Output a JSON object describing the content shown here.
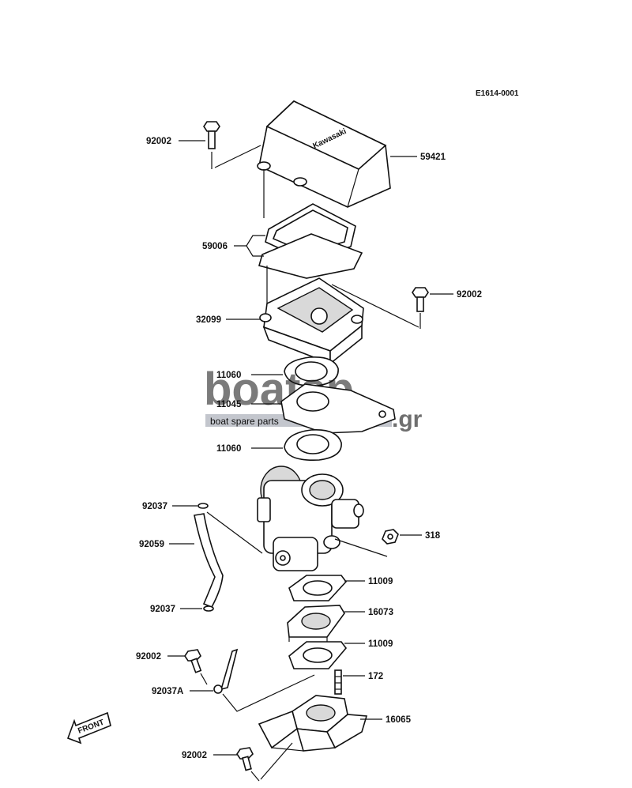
{
  "diagram": {
    "code": "E1614-0001",
    "cover_marking": "Kawasaki",
    "front_arrow": "FRONT",
    "watermark": {
      "brand": "boatsp",
      "tagline": "boat spare parts",
      "tld": ".gr"
    },
    "labels": [
      {
        "id": "bolt-top-left",
        "text": "92002"
      },
      {
        "id": "cover",
        "text": "59421"
      },
      {
        "id": "gasket-set",
        "text": "59006"
      },
      {
        "id": "bolt-right",
        "text": "92002"
      },
      {
        "id": "case",
        "text": "32099"
      },
      {
        "id": "gasket-upper",
        "text": "11060"
      },
      {
        "id": "plate",
        "text": "11045"
      },
      {
        "id": "gasket-lower",
        "text": "11060"
      },
      {
        "id": "clamp-top",
        "text": "92037"
      },
      {
        "id": "hose",
        "text": "92059"
      },
      {
        "id": "clamp-bottom",
        "text": "92037"
      },
      {
        "id": "nut",
        "text": "318"
      },
      {
        "id": "gasket-carb-1",
        "text": "11009"
      },
      {
        "id": "insulator",
        "text": "16073"
      },
      {
        "id": "gasket-carb-2",
        "text": "11009"
      },
      {
        "id": "bolt-bracket",
        "text": "92002"
      },
      {
        "id": "stud",
        "text": "172"
      },
      {
        "id": "clamp-a",
        "text": "92037A"
      },
      {
        "id": "manifold",
        "text": "16065"
      },
      {
        "id": "bolt-bottom",
        "text": "92002"
      }
    ]
  }
}
